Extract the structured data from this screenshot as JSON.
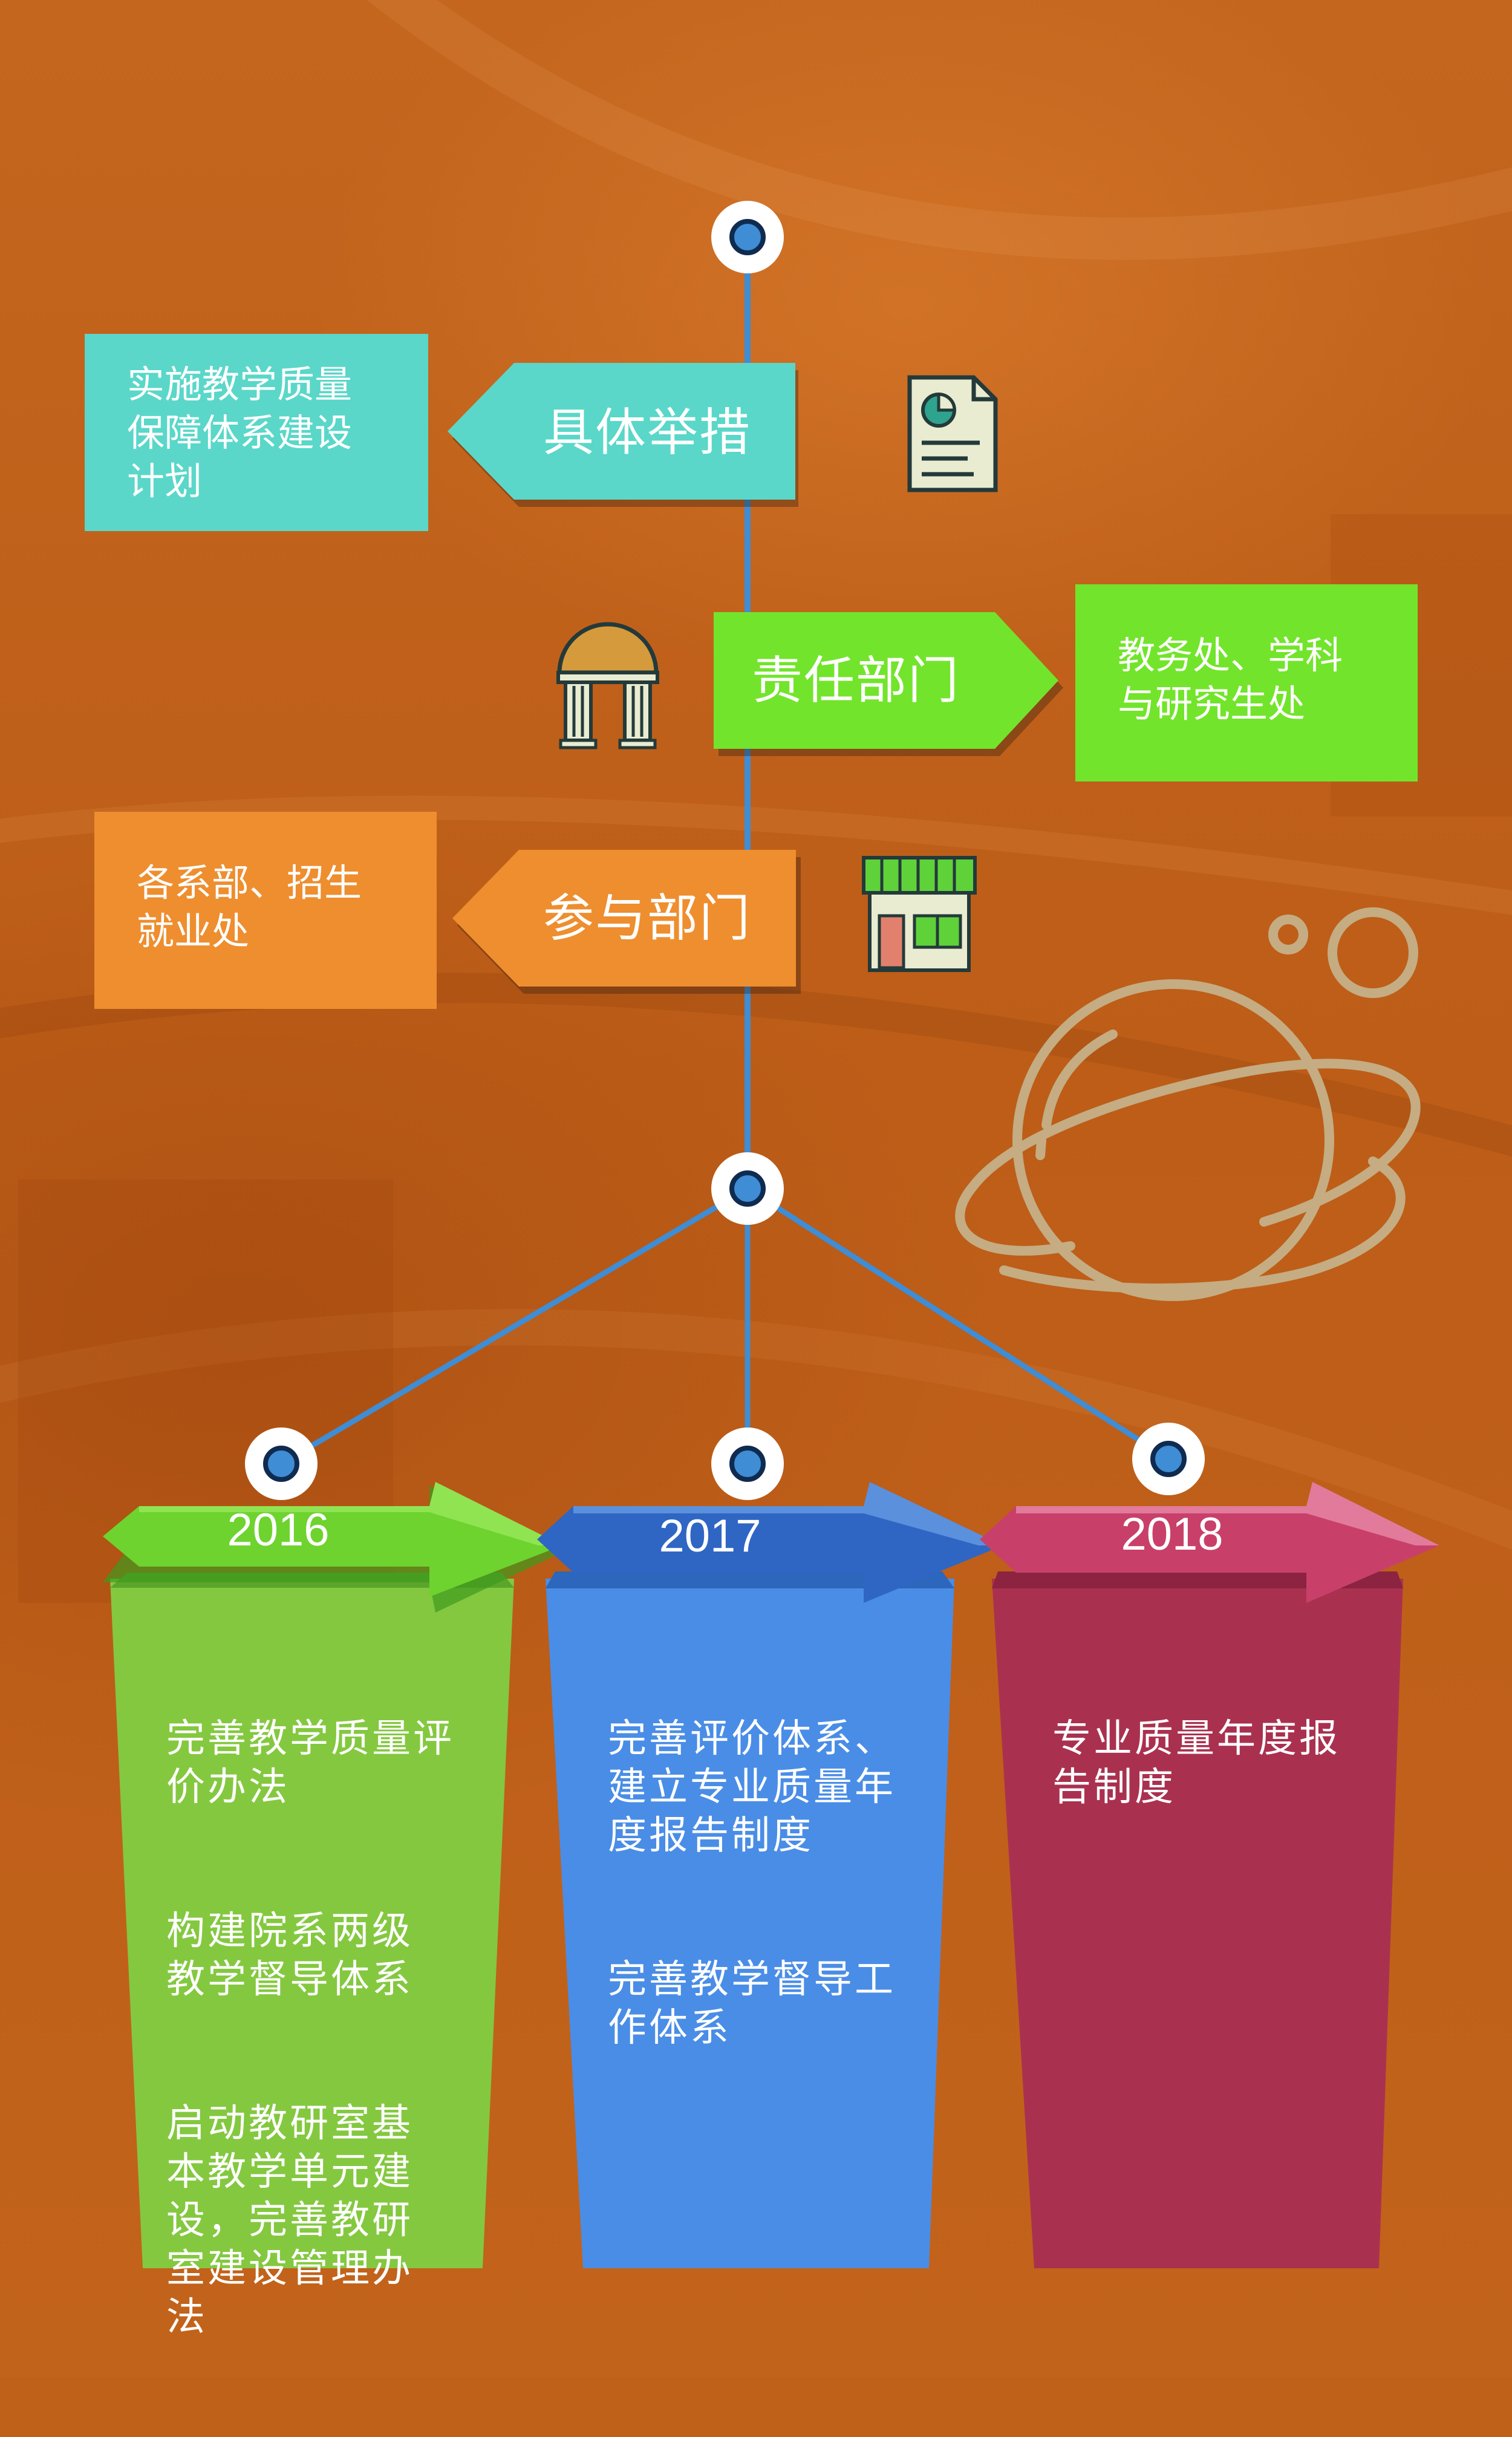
{
  "colors": {
    "teal": "#5ad7c9",
    "green": "#73e42c",
    "orange": "#ee8e2f",
    "col_green": "#84c840",
    "col_blue": "#4a8de6",
    "col_red": "#a9314f",
    "line": "#3f8dd4"
  },
  "rows": [
    {
      "tag": "具体举措",
      "box": "实施教学质量\n保障体系建设\n计划",
      "icon": "document-chart-icon"
    },
    {
      "tag": "责任部门",
      "box": "教务处、学科\n与研究生处",
      "icon": "pillared-building-icon"
    },
    {
      "tag": "参与部门",
      "box": "各系部、招生\n就业处",
      "icon": "storefront-icon"
    }
  ],
  "timeline": [
    {
      "year": "2016",
      "items": [
        "完善教学质量评\n价办法",
        "构建院系两级\n教学督导体系",
        "启动教研室基\n本教学单元建\n设，完善教研\n室建设管理办\n法"
      ]
    },
    {
      "year": "2017",
      "items": [
        "完善评价体系、\n建立专业质量年\n度报告制度",
        "完善教学督导工\n作体系"
      ]
    },
    {
      "year": "2018",
      "items": [
        "专业质量年度报\n告制度"
      ]
    }
  ],
  "decor": {
    "planet": "planet-icon"
  }
}
